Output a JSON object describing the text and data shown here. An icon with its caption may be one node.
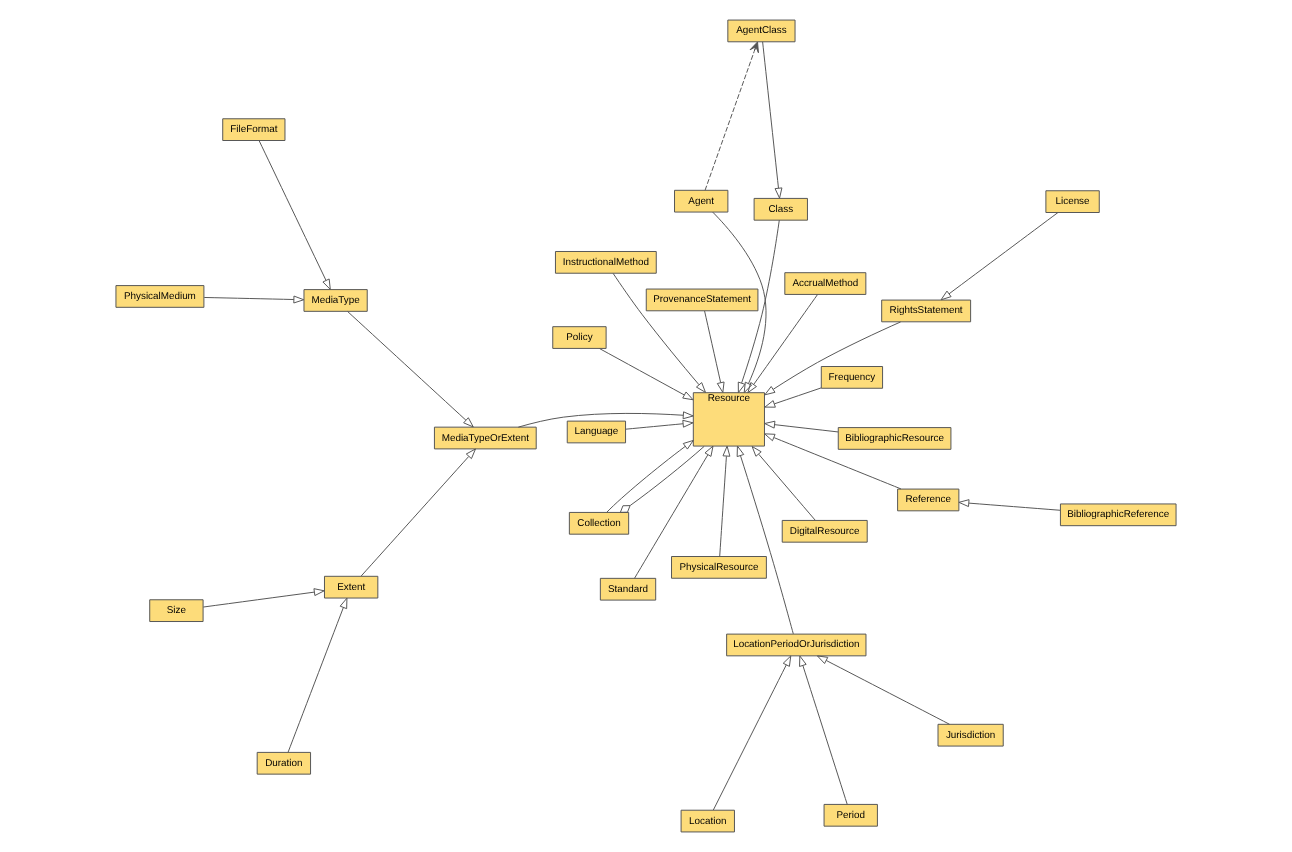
{
  "diagram": {
    "nodes": [
      {
        "text": [
          "Location"
        ]
      },
      {
        "text": [
          "Jurisdiction"
        ]
      },
      {
        "text": [
          "Period"
        ]
      },
      {
        "text": [
          "InstructionalMethod"
        ]
      },
      {
        "text": [
          "Frequency"
        ]
      },
      {
        "text": [
          "Language"
        ]
      },
      {
        "text": [
          "LocationPeriodOrJurisdiction"
        ]
      },
      {
        "text": [
          "Duration"
        ]
      },
      {
        "text": [
          "Size"
        ]
      },
      {
        "text": [
          "DigitalResource"
        ]
      },
      {
        "text": [
          "Extent"
        ]
      },
      {
        "text": [
          "Collection"
        ]
      },
      {
        "text": [
          "MediaTypeOrExtent"
        ]
      },
      {
        "text": [
          "Class"
        ]
      },
      {
        "text": [
          "Resource"
        ]
      },
      {
        "text": [
          "PhysicalResource"
        ]
      },
      {
        "text": [
          "BibliographicResource"
        ]
      },
      {
        "text": [
          "MediaType"
        ]
      },
      {
        "text": [
          "Policy"
        ]
      },
      {
        "text": [
          "AgentClass"
        ]
      },
      {
        "text": [
          "FileFormat"
        ]
      },
      {
        "text": [
          "PhysicalMedium"
        ]
      },
      {
        "text": [
          "ProvenanceStatement"
        ]
      },
      {
        "text": [
          "Agent"
        ]
      },
      {
        "text": [
          "Reference"
        ]
      },
      {
        "text": [
          "BibliographicReference"
        ]
      },
      {
        "text": [
          "AccrualMethod"
        ]
      },
      {
        "text": [
          "RightsStatement"
        ]
      },
      {
        "text": [
          "Standard"
        ]
      },
      {
        "text": [
          "License"
        ]
      }
    ],
    "edges": [
      {
        "from": 1,
        "to": 6,
        "arrow": "to"
      },
      {
        "from": 0,
        "to": 6,
        "arrow": "to"
      },
      {
        "from": 2,
        "to": 6,
        "arrow": "to"
      },
      {
        "from": 7,
        "to": 10,
        "arrow": "to"
      },
      {
        "from": 8,
        "to": 10,
        "arrow": "to"
      },
      {
        "from": 10,
        "to": 12,
        "arrow": "to"
      },
      {
        "from": 17,
        "to": 12,
        "arrow": "to"
      },
      {
        "from": 20,
        "to": 17,
        "arrow": "to"
      },
      {
        "from": 21,
        "to": 17,
        "arrow": "to"
      },
      {
        "from": 3,
        "to": 14,
        "arrow": "to"
      },
      {
        "from": 4,
        "to": 14,
        "arrow": "to"
      },
      {
        "from": 5,
        "to": 14,
        "arrow": "to"
      },
      {
        "from": 9,
        "to": 14,
        "arrow": "to"
      },
      {
        "from": 6,
        "to": 14,
        "arrow": "to"
      },
      {
        "from": 12,
        "to": 14,
        "arrow": "to"
      },
      {
        "from": 11,
        "to": 14,
        "arrow": "to"
      },
      {
        "from": 11,
        "to": 14,
        "arrow": "other"
      },
      {
        "from": 13,
        "to": 14,
        "arrow": "to"
      },
      {
        "from": 16,
        "to": 14,
        "arrow": "to"
      },
      {
        "from": 19,
        "to": 13,
        "arrow": "to"
      },
      {
        "from": 23,
        "to": 19,
        "arrow": "to",
        "style": "dashed"
      },
      {
        "from": 23,
        "to": 14,
        "arrow": "to"
      },
      {
        "from": 15,
        "to": 14,
        "arrow": "to"
      },
      {
        "from": 18,
        "to": 14,
        "arrow": "to"
      },
      {
        "from": 22,
        "to": 14,
        "arrow": "to"
      },
      {
        "from": 24,
        "to": 14,
        "arrow": "to"
      },
      {
        "from": 27,
        "to": 14,
        "arrow": "to"
      },
      {
        "from": 26,
        "to": 14,
        "arrow": "to"
      },
      {
        "from": 28,
        "to": 14,
        "arrow": "to"
      },
      {
        "from": 25,
        "to": 24,
        "arrow": "to"
      },
      {
        "from": 29,
        "to": 27,
        "arrow": "to"
      }
    ]
  }
}
